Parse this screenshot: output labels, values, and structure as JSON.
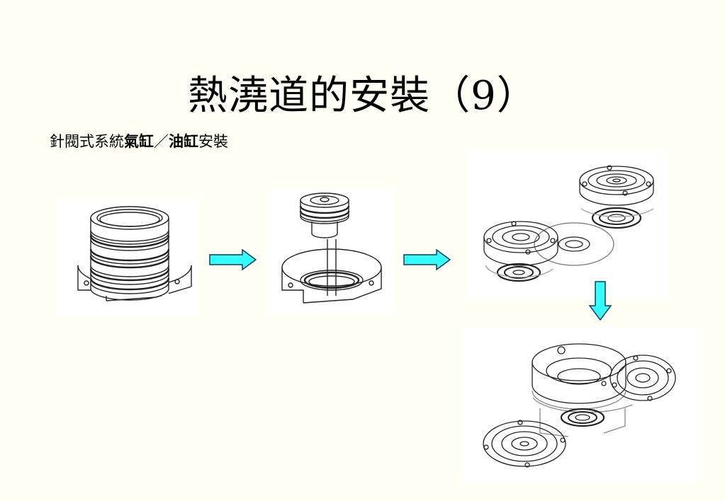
{
  "slide": {
    "title": "熱澆道的安裝（9）",
    "subtitle": {
      "part1": "針閥式系統",
      "part2": "氣缸",
      "part3": "／",
      "part4": "油缸",
      "part5": "安裝"
    }
  },
  "colors": {
    "background": "#fffff6",
    "arrow_fill": "#33ffff",
    "arrow_stroke": "#1a3a5a",
    "line": "#222222"
  },
  "figures": [
    {
      "icon": "cylinder-seal-rings-icon"
    },
    {
      "icon": "piston-insertion-icon"
    },
    {
      "icon": "cylinder-cover-exploded-icon"
    },
    {
      "icon": "cylinder-assembly-exploded-icon"
    }
  ]
}
